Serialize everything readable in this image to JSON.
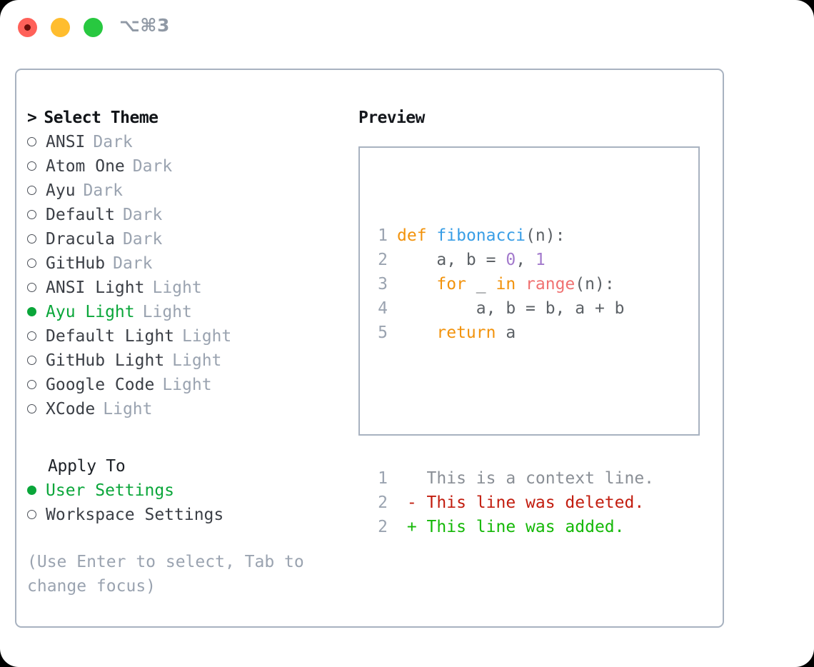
{
  "titlebar": {
    "shortcut": "⌥⌘3",
    "traffic_lights": [
      {
        "name": "close",
        "color": "#ff6159"
      },
      {
        "name": "minimize",
        "color": "#ffbd2e"
      },
      {
        "name": "maximize",
        "color": "#28c840"
      }
    ]
  },
  "theme_picker": {
    "header": "Select Theme",
    "caret": ">",
    "marker_selected": "●",
    "marker_unselected": "○",
    "selected_color": "#0aa63a",
    "kind_color": "#9aa3b0",
    "items": [
      {
        "name": "ANSI",
        "kind": "Dark",
        "selected": false
      },
      {
        "name": "Atom One",
        "kind": "Dark",
        "selected": false
      },
      {
        "name": "Ayu",
        "kind": "Dark",
        "selected": false
      },
      {
        "name": "Default",
        "kind": "Dark",
        "selected": false
      },
      {
        "name": "Dracula",
        "kind": "Dark",
        "selected": false
      },
      {
        "name": "GitHub",
        "kind": "Dark",
        "selected": false
      },
      {
        "name": "ANSI Light",
        "kind": "Light",
        "selected": false
      },
      {
        "name": "Ayu Light",
        "kind": "Light",
        "selected": true
      },
      {
        "name": "Default Light",
        "kind": "Light",
        "selected": false
      },
      {
        "name": "GitHub Light",
        "kind": "Light",
        "selected": false
      },
      {
        "name": "Google Code",
        "kind": "Light",
        "selected": false
      },
      {
        "name": "XCode",
        "kind": "Light",
        "selected": false
      }
    ]
  },
  "apply_to": {
    "title": "Apply To",
    "options": [
      {
        "label": "User Settings",
        "selected": true
      },
      {
        "label": "Workspace Settings",
        "selected": false
      }
    ]
  },
  "hint": "(Use Enter to select, Tab to change focus)",
  "preview": {
    "label": "Preview",
    "code_lines": [
      {
        "number": "1",
        "tokens": [
          {
            "t": "def",
            "c": "kw"
          },
          {
            "t": " ",
            "c": "pl"
          },
          {
            "t": "fibonacci",
            "c": "fn"
          },
          {
            "t": "(n):",
            "c": "pl"
          }
        ]
      },
      {
        "number": "2",
        "tokens": [
          {
            "t": "    a, b = ",
            "c": "pl"
          },
          {
            "t": "0",
            "c": "num"
          },
          {
            "t": ", ",
            "c": "pl"
          },
          {
            "t": "1",
            "c": "num"
          }
        ]
      },
      {
        "number": "3",
        "tokens": [
          {
            "t": "    ",
            "c": "pl"
          },
          {
            "t": "for",
            "c": "kw"
          },
          {
            "t": " _ ",
            "c": "pl"
          },
          {
            "t": "in",
            "c": "kw"
          },
          {
            "t": " ",
            "c": "pl"
          },
          {
            "t": "range",
            "c": "bif"
          },
          {
            "t": "(n):",
            "c": "pl"
          }
        ]
      },
      {
        "number": "4",
        "tokens": [
          {
            "t": "        a, b = b, a + b",
            "c": "pl"
          }
        ]
      },
      {
        "number": "5",
        "tokens": [
          {
            "t": "    ",
            "c": "pl"
          },
          {
            "t": "return",
            "c": "kw"
          },
          {
            "t": " a",
            "c": "pl"
          }
        ]
      }
    ],
    "diff_lines": [
      {
        "number": "1",
        "sign": " ",
        "text": "This is a context line.",
        "style": "ctx"
      },
      {
        "number": "2",
        "sign": "-",
        "text": "This line was deleted.",
        "style": "del"
      },
      {
        "number": "2",
        "sign": "+",
        "text": "This line was added.",
        "style": "add"
      }
    ],
    "syntax_colors": {
      "keyword": "#f2930d",
      "function": "#399ee6",
      "number": "#a37acc",
      "builtin": "#f07171",
      "plain": "#5c6166",
      "line_number": "#9aa3b0",
      "diff_context": "#8a8f96",
      "diff_deleted": "#c21d0f",
      "diff_added": "#14b807"
    }
  }
}
